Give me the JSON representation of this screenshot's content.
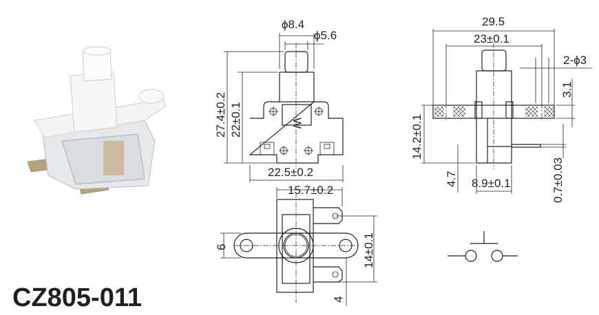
{
  "model": "CZ805-011",
  "front_view": {
    "dim_plunger_outer": "ϕ8.4",
    "dim_plunger_inner": "ϕ5.6",
    "dim_total_height": "27.4±0.2",
    "dim_body_height": "22±0.1",
    "dim_width": "22.5±0.2",
    "spring_mark": "W"
  },
  "bottom_view": {
    "dim_width": "15.7±0.2",
    "dim_arm": "6",
    "dim_terminal_spacing": "14±0.1",
    "dim_terminal": "4"
  },
  "side_view": {
    "dim_overall": "29.5",
    "dim_hole_spacing": "23±0.1",
    "dim_holes": "2-ϕ3",
    "dim_flange": "3.1",
    "dim_height": "14.2±0.1",
    "dim_lower": "4.7",
    "dim_body_width": "8.9±0.1",
    "dim_terminal_thickness": "0.7±0.03"
  },
  "colors": {
    "line": "#231f20",
    "photo_white": "#f2f2f2",
    "terminal": "#b8a27a"
  }
}
